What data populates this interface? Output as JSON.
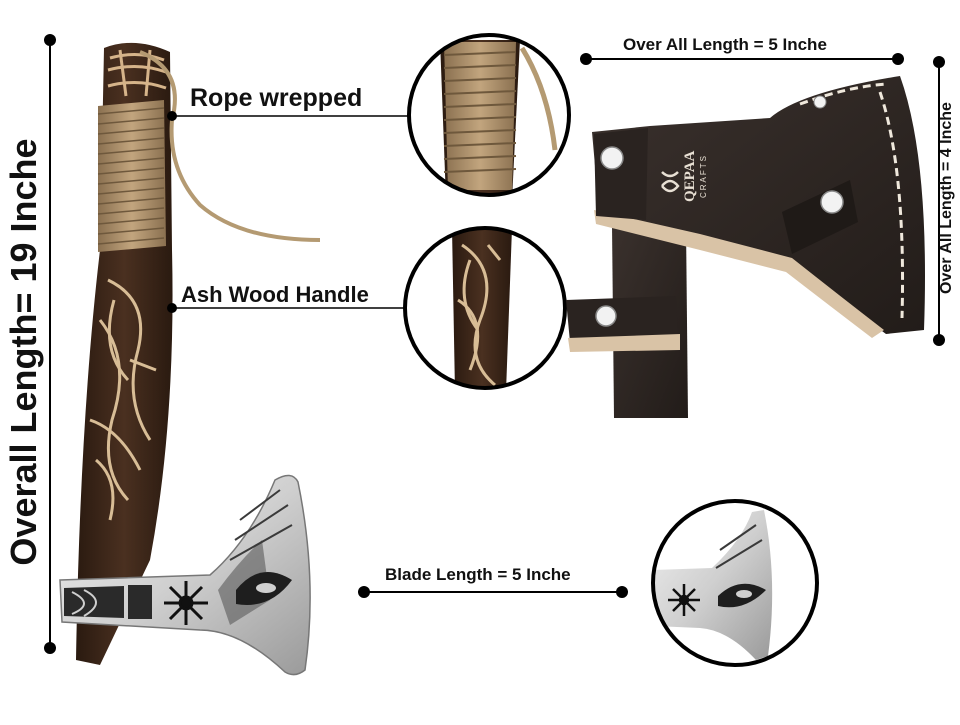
{
  "labels": {
    "overall_length": "Overall Length= 19 Inche",
    "rope": "Rope wrepped",
    "handle": "Ash Wood Handle",
    "sheath_width": "Over All Length = 5 Inche",
    "sheath_height": "Over All Length = 4 Inche",
    "blade_length": "Blade Length = 5 Inche"
  },
  "logo": {
    "brand": "QEPAA",
    "sub": "CRAFTS"
  },
  "colors": {
    "wood_dark": "#3a2416",
    "wood_light": "#c9a87e",
    "rope": "#a88e6a",
    "steel": "#d7d7d7",
    "leather": "#2e2724",
    "leather_edge": "#d9c3a6",
    "stitch": "#efe8dc",
    "line": "#000000"
  }
}
